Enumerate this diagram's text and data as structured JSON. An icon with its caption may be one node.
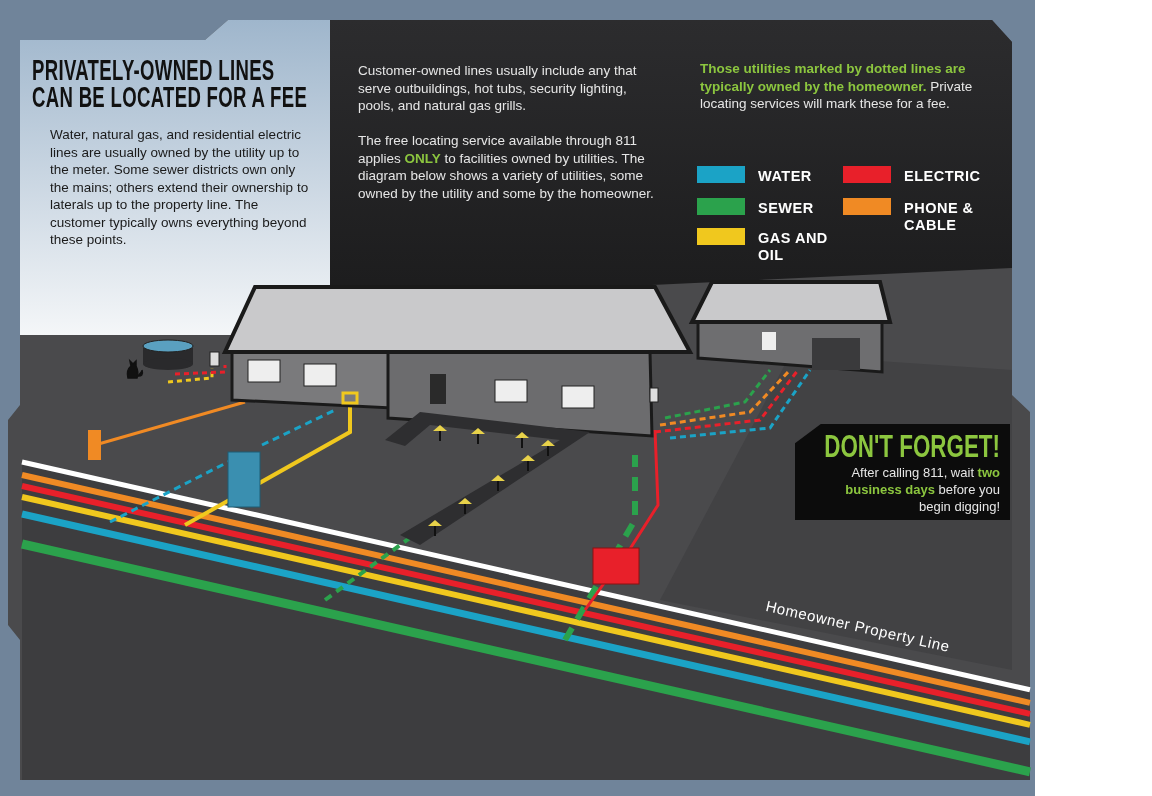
{
  "diagram": {
    "title": "PRIVATELY-OWNED LINES CAN BE LOCATED FOR A FEE",
    "labels": [
      "Water, natural gas, and residential electric lines are usually owned by the utility up to the meter. Some sewer districts own only the mains; others extend their ownership to laterals up to the property line. The customer typically owns everything beyond these points.",
      "Customer-owned lines usually include any that serve outbuildings, hot tubs, security lighting, pools, and natural gas grills.",
      "The free locating service available through 811 applies **ONLY** to facilities owned by utilities. The diagram below shows a variety of utilities, some owned by the utility and some by the homeowner.",
      "**Those utilities marked by dotted lines are typically owned by the homeowner.** Private locating services will mark these for a fee.",
      "DON'T FORGET!",
      "After calling 811, wait **two business days** before you begin digging!",
      "Homeowner Property Line"
    ],
    "legend": [
      {
        "text": "WATER",
        "color": "#1ba3c6"
      },
      {
        "text": "ELECTRIC",
        "color": "#e8202a"
      },
      {
        "text": "SEWER",
        "color": "#2ba24c"
      },
      {
        "text": "PHONE & CABLE",
        "color": "#f08a24"
      },
      {
        "text": "GAS AND OIL",
        "color": "#f0c81e"
      }
    ]
  }
}
